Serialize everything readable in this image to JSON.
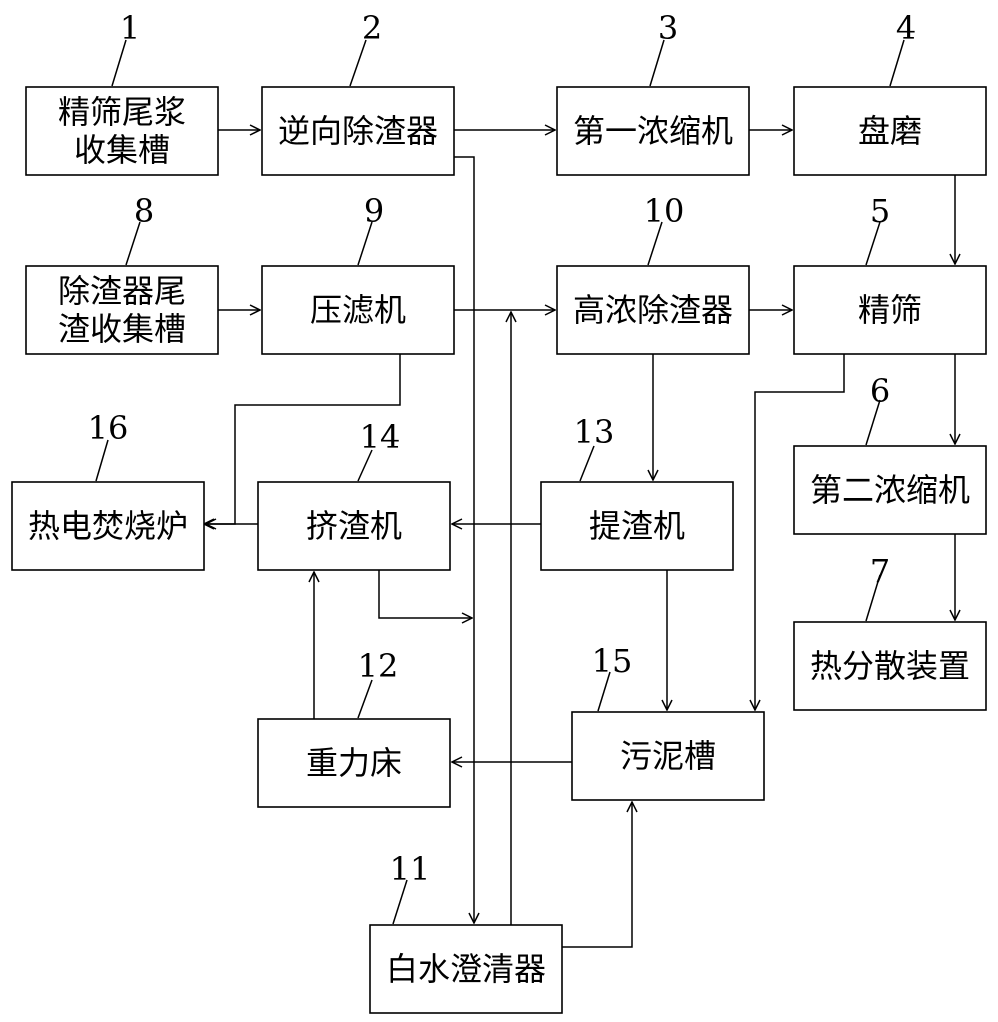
{
  "diagram": {
    "nodes": [
      {
        "id": "n1",
        "number": "1",
        "lines": [
          "精筛尾浆",
          "收集槽"
        ]
      },
      {
        "id": "n2",
        "number": "2",
        "lines": [
          "逆向除渣器"
        ]
      },
      {
        "id": "n3",
        "number": "3",
        "lines": [
          "第一浓缩机"
        ]
      },
      {
        "id": "n4",
        "number": "4",
        "lines": [
          "盘磨"
        ]
      },
      {
        "id": "n5",
        "number": "5",
        "lines": [
          "精筛"
        ]
      },
      {
        "id": "n6",
        "number": "6",
        "lines": [
          "第二浓缩机"
        ]
      },
      {
        "id": "n7",
        "number": "7",
        "lines": [
          "热分散装置"
        ]
      },
      {
        "id": "n8",
        "number": "8",
        "lines": [
          "除渣器尾",
          "渣收集槽"
        ]
      },
      {
        "id": "n9",
        "number": "9",
        "lines": [
          "压滤机"
        ]
      },
      {
        "id": "n10",
        "number": "10",
        "lines": [
          "高浓除渣器"
        ]
      },
      {
        "id": "n11",
        "number": "11",
        "lines": [
          "白水澄清器"
        ]
      },
      {
        "id": "n12",
        "number": "12",
        "lines": [
          "重力床"
        ]
      },
      {
        "id": "n13",
        "number": "13",
        "lines": [
          "提渣机"
        ]
      },
      {
        "id": "n14",
        "number": "14",
        "lines": [
          "挤渣机"
        ]
      },
      {
        "id": "n15",
        "number": "15",
        "lines": [
          "污泥槽"
        ]
      },
      {
        "id": "n16",
        "number": "16",
        "lines": [
          "热电焚烧炉"
        ]
      }
    ],
    "edges": [
      {
        "from": "n1",
        "to": "n2"
      },
      {
        "from": "n2",
        "to": "n3"
      },
      {
        "from": "n3",
        "to": "n4"
      },
      {
        "from": "n4",
        "to": "n5"
      },
      {
        "from": "n8",
        "to": "n9"
      },
      {
        "from": "n9",
        "to": "n10"
      },
      {
        "from": "n10",
        "to": "n5"
      },
      {
        "from": "n5",
        "to": "n6"
      },
      {
        "from": "n6",
        "to": "n7"
      },
      {
        "from": "n9",
        "to": "n16"
      },
      {
        "from": "n10",
        "to": "n13"
      },
      {
        "from": "n13",
        "to": "n14"
      },
      {
        "from": "n14",
        "to": "n16"
      },
      {
        "from": "n13",
        "to": "n15"
      },
      {
        "from": "n5",
        "to": "n15"
      },
      {
        "from": "n15",
        "to": "n12"
      },
      {
        "from": "n12",
        "to": "n14"
      },
      {
        "from": "n2",
        "to": "n11"
      },
      {
        "from": "n14",
        "to": "n11"
      },
      {
        "from": "n11",
        "to": "n10"
      },
      {
        "from": "n11",
        "to": "n15"
      }
    ]
  }
}
